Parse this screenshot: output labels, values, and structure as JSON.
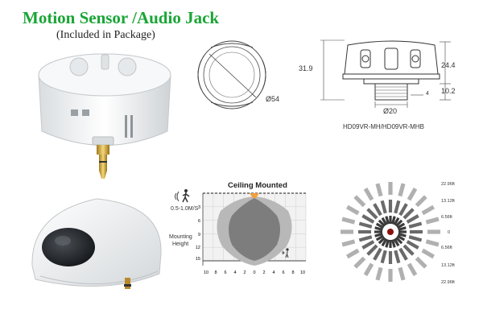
{
  "header": {
    "title": "Motion Sensor /Audio Jack",
    "subtitle": "(Included in Package)"
  },
  "drawing": {
    "dim_diameter": "Ø54",
    "dim_height_total": "31.9",
    "dim_height_body": "24.4",
    "dim_height_thread": "10.2",
    "dim_thread_diameter": "Ø20",
    "dim_thread_pitch": "4",
    "model": "HD09VR-MH/HD09VR-MHB"
  },
  "detection_chart": {
    "title": "Ceiling Mounted",
    "speed_label": "0.5-1.0M/S",
    "mounting_label_1": "Mounting",
    "mounting_label_2": "Height",
    "y_ticks": [
      "3",
      "6",
      "9",
      "12",
      "15"
    ],
    "x_ticks": [
      "10",
      "8",
      "6",
      "4",
      "2",
      "0",
      "2",
      "4",
      "6",
      "8",
      "10"
    ]
  },
  "pattern": {
    "ring_labels_top": [
      "22.96ft",
      "13.12ft",
      "6.56ft"
    ],
    "ring_center": "0",
    "ring_labels_bottom": [
      "6.56ft",
      "13.12ft",
      "22.96ft"
    ]
  },
  "colors": {
    "title_green": "#1aa536",
    "zone_light": "#b8b8b8",
    "zone_dark": "#7d7d7d",
    "zone_orange": "#f0a040"
  },
  "icons": [
    "walking-person-icon",
    "motion-wave-icon",
    "sensor-photo",
    "gold-audio-jack-icon"
  ]
}
